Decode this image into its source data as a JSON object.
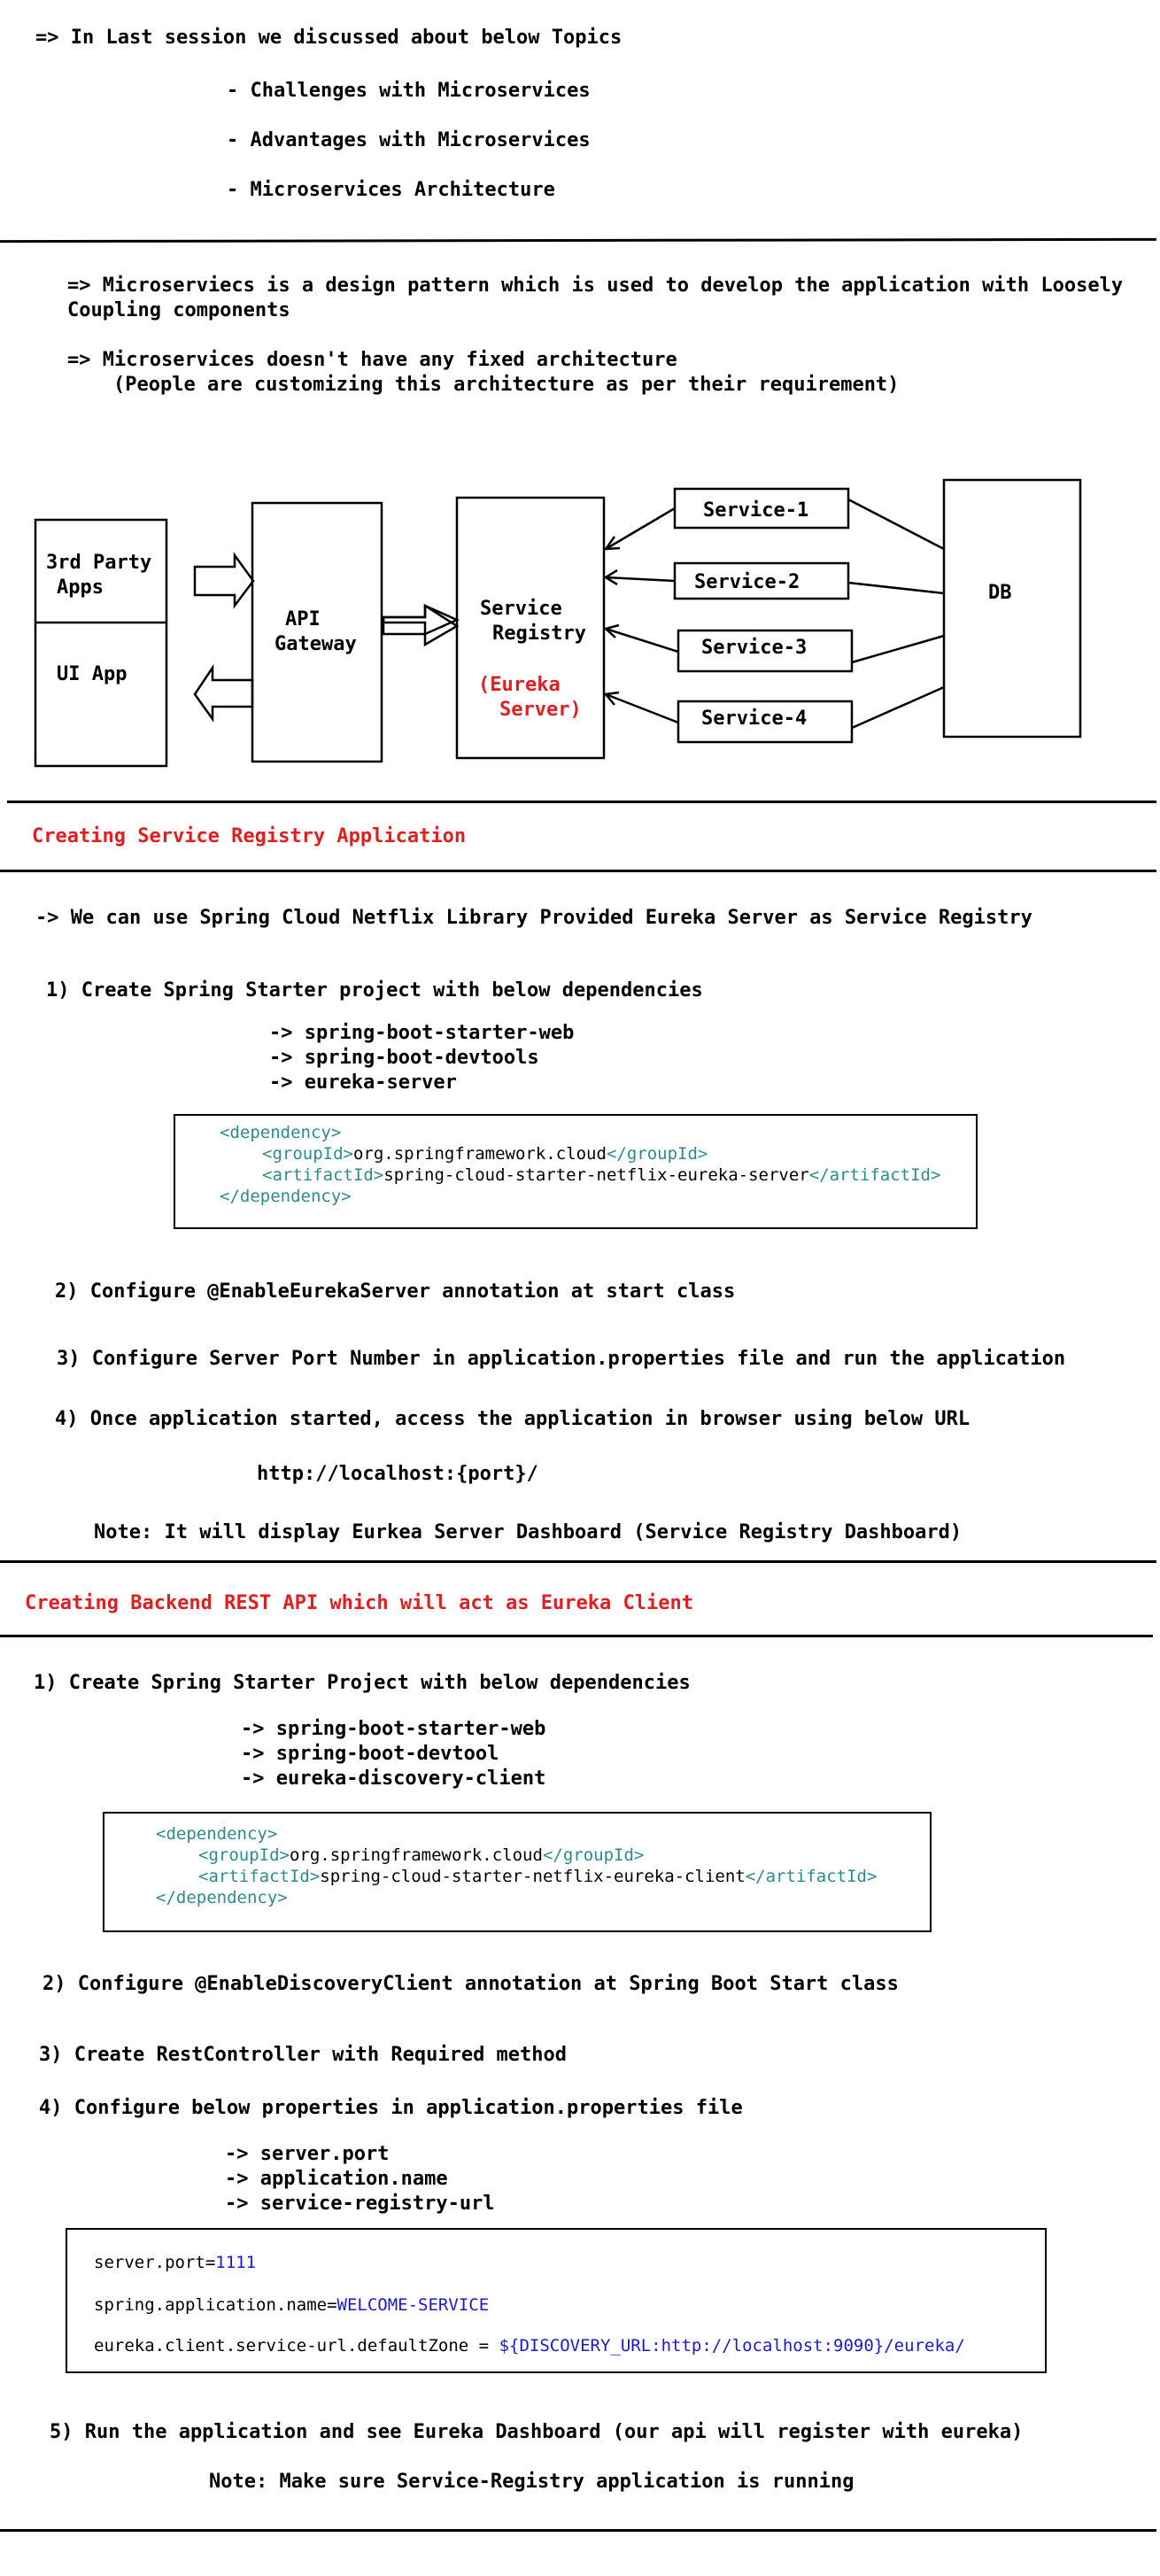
{
  "intro": {
    "heading": "=> In Last session we discussed about below Topics",
    "topics": [
      "- Challenges with Microservices",
      "- Advantages with Microservices",
      "- Microservices Architecture"
    ]
  },
  "notes": {
    "line1a": "=> Microserviecs is a design pattern which is used to develop the application with Loosely",
    "line1b": "Coupling components",
    "line2a": "=> Microservices doesn't have any fixed architecture",
    "line2b": "(People are customizing this architecture as per their requirement)"
  },
  "diagram": {
    "third_party_line1": "3rd Party",
    "third_party_line2": "Apps",
    "ui_app": "UI App",
    "gateway_line1": "API",
    "gateway_line2": "Gateway",
    "registry_line1": "Service",
    "registry_line2": "Registry",
    "eureka_line1": "(Eureka",
    "eureka_line2": "Server)",
    "services": [
      "Service-1",
      "Service-2",
      "Service-3",
      "Service-4"
    ],
    "db": "DB",
    "accent_color": "#e02020"
  },
  "section1": {
    "title": "Creating Service Registry Application",
    "intro": "-> We can use Spring Cloud Netflix Library Provided Eureka Server as Service Registry",
    "step1": "1) Create Spring Starter project with below dependencies",
    "deps": [
      "-> spring-boot-starter-web",
      "-> spring-boot-devtools",
      "-> eureka-server"
    ],
    "code": {
      "open_tag": "<dependency>",
      "group_open": "<groupId>",
      "group_val": "org.springframework.cloud",
      "group_close": "</groupId>",
      "artifact_open": "<artifactId>",
      "artifact_val": "spring-cloud-starter-netflix-eureka-server",
      "artifact_close": "</artifactId>",
      "close_tag": "</dependency>"
    },
    "step2": "2) Configure @EnableEurekaServer annotation at start class",
    "step3": "3) Configure Server Port Number in application.properties file and run the application",
    "step4": "4) Once application started, access the application in browser using below URL",
    "url": "http://localhost:{port}/",
    "note": "Note: It will display Eurkea Server Dashboard (Service Registry Dashboard)"
  },
  "section2": {
    "title": "Creating Backend REST API which will act as Eureka Client",
    "step1": "1) Create Spring Starter Project with below dependencies",
    "deps": [
      "-> spring-boot-starter-web",
      "-> spring-boot-devtool",
      "-> eureka-discovery-client"
    ],
    "code": {
      "open_tag": "<dependency>",
      "group_open": "<groupId>",
      "group_val": "org.springframework.cloud",
      "group_close": "</groupId>",
      "artifact_open": "<artifactId>",
      "artifact_val": "spring-cloud-starter-netflix-eureka-client",
      "artifact_close": "</artifactId>",
      "close_tag": "</dependency>"
    },
    "step2": "2) Configure @EnableDiscoveryClient annotation at Spring Boot Start class",
    "step3": "3) Create RestController with Required method",
    "step4": "4) Configure below properties in application.properties file",
    "props": [
      "-> server.port",
      "-> application.name",
      "-> service-registry-url"
    ],
    "config": {
      "port_key": "server.port=",
      "port_val": "1111",
      "name_key": "spring.application.name=",
      "name_val": "WELCOME-SERVICE",
      "zone_key": "eureka.client.service-url.defaultZone = ",
      "zone_val": "${DISCOVERY_URL:http://localhost:9090}/eureka/"
    },
    "step5": "5) Run the application and see Eureka Dashboard (our api will register with eureka)",
    "note": "Note: Make sure Service-Registry application is running"
  }
}
